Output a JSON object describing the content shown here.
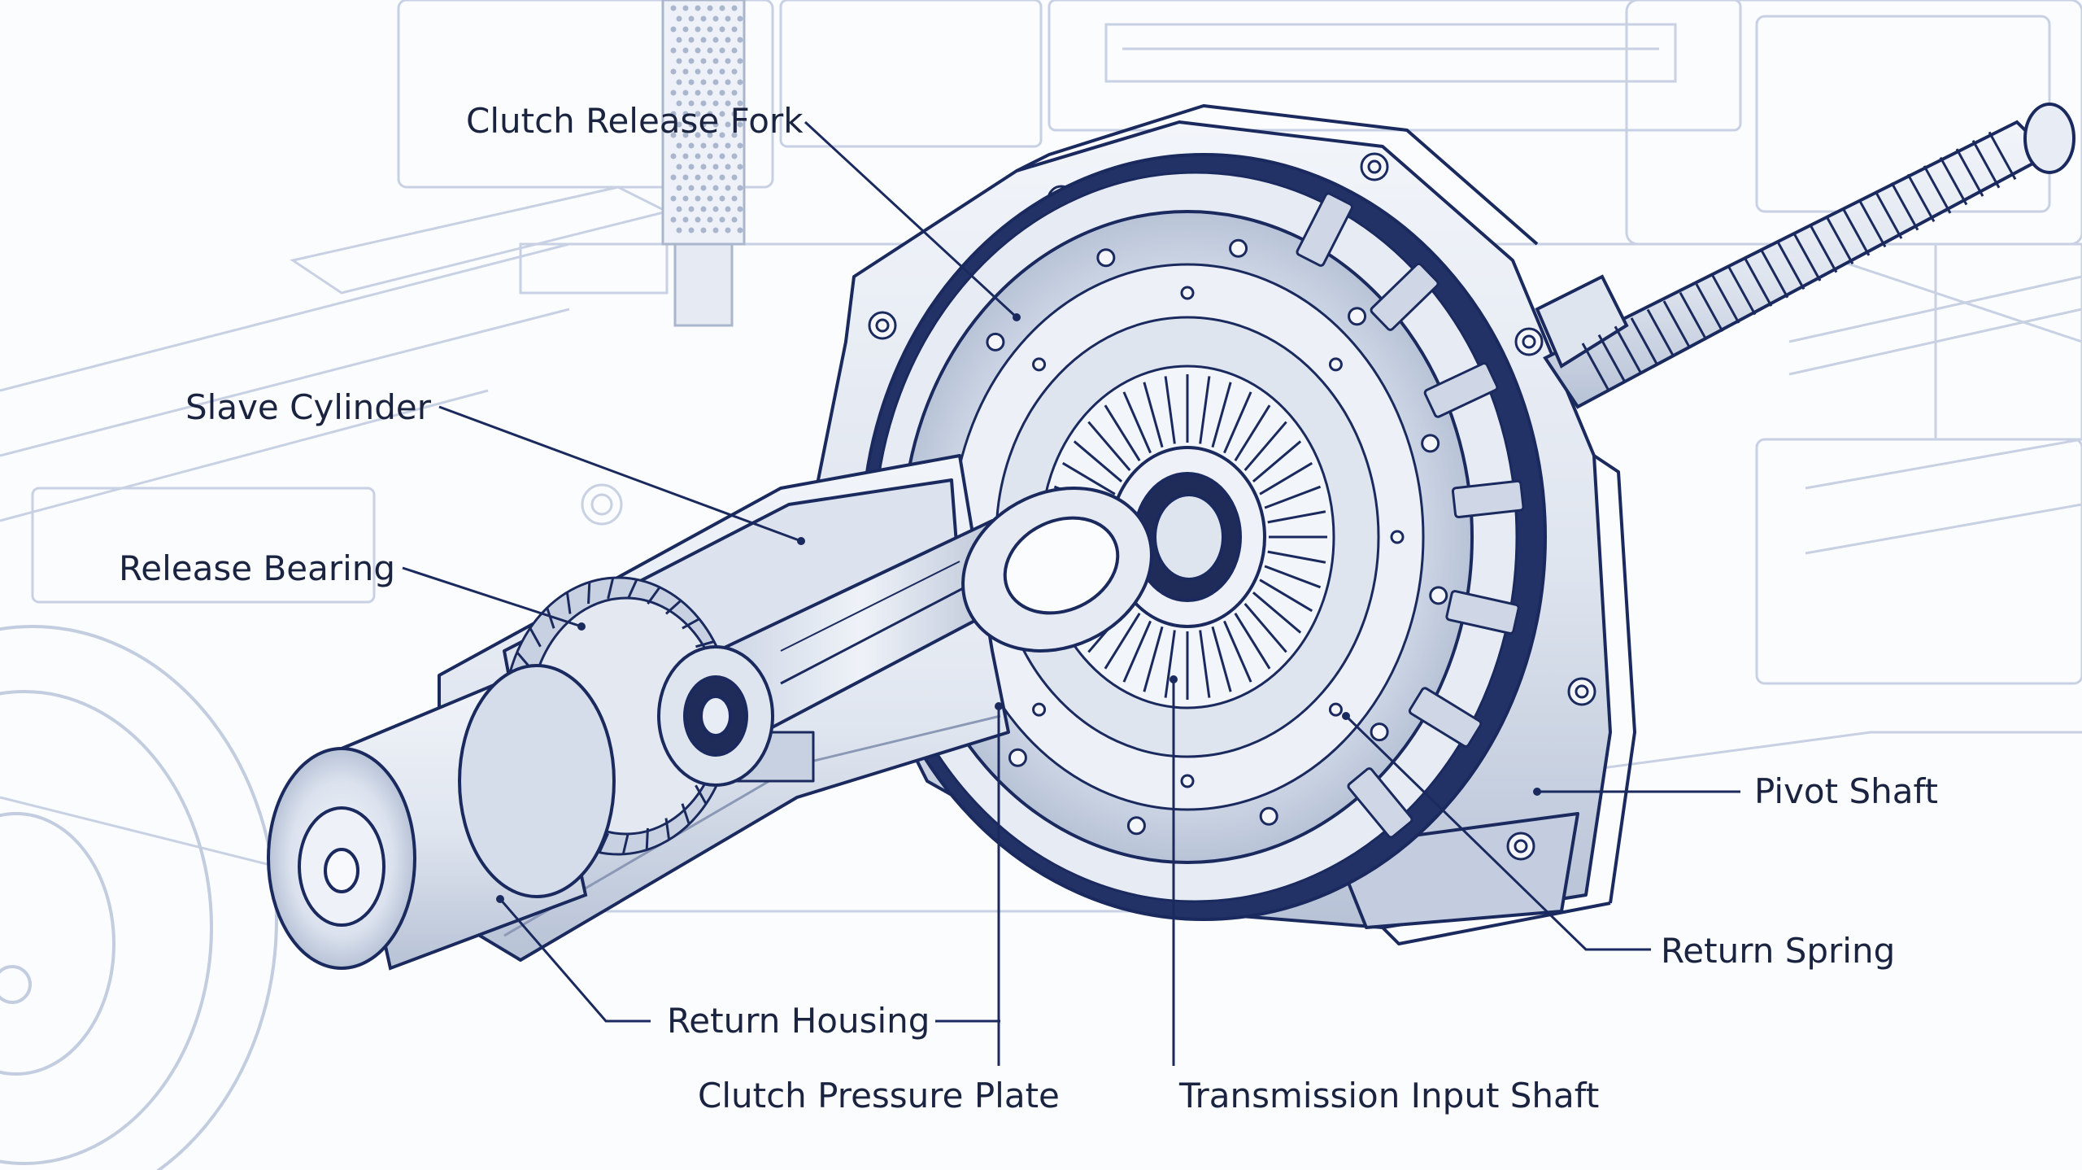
{
  "labels": {
    "clutch_release_fork": "Clutch Release Fork",
    "slave_cylinder": "Slave Cylinder",
    "release_bearing": "Release Bearing",
    "return_housing": "Return Housing",
    "clutch_pressure_plate": "Clutch Pressure Plate",
    "transmission_input_shaft": "Transmission Input Shaft",
    "pivot_shaft": "Pivot Shaft",
    "return_spring": "Return Spring"
  },
  "colors": {
    "background": "#fbfcfd",
    "line_dark": "#1b2a5e",
    "line_light": "#c3cde0",
    "fill_metal": "#e4e9f2",
    "fill_shadow": "#b9c4d8",
    "label_text": "#1a2340"
  }
}
